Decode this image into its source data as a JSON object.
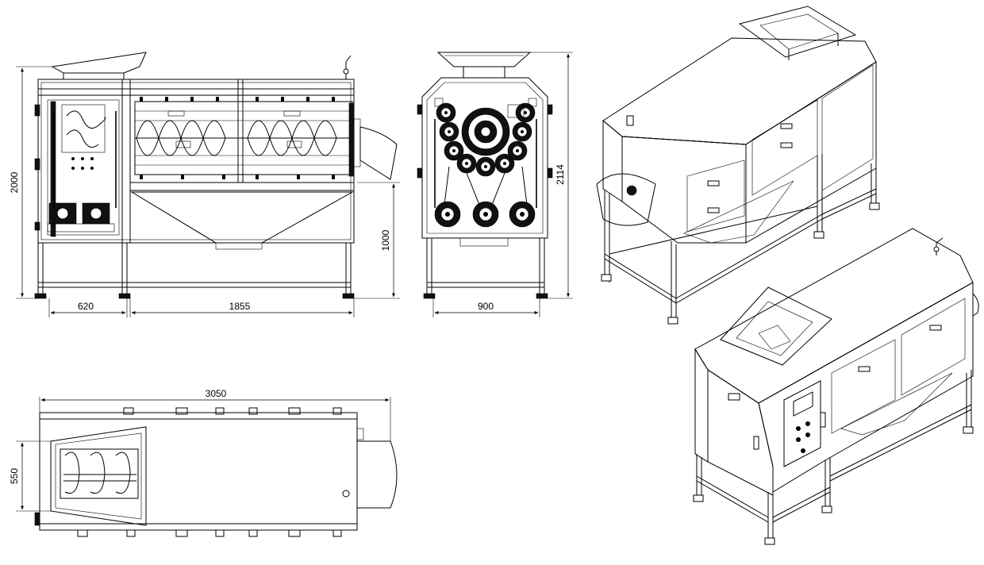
{
  "drawing": {
    "views": {
      "front": {
        "dimensions": {
          "height_total": "2000",
          "height_outlet": "1000",
          "width_left": "620",
          "width_right": "1855"
        }
      },
      "side": {
        "dimensions": {
          "height_total": "2114",
          "width": "900"
        }
      },
      "top": {
        "dimensions": {
          "length": "3050",
          "width": "550"
        }
      }
    }
  }
}
